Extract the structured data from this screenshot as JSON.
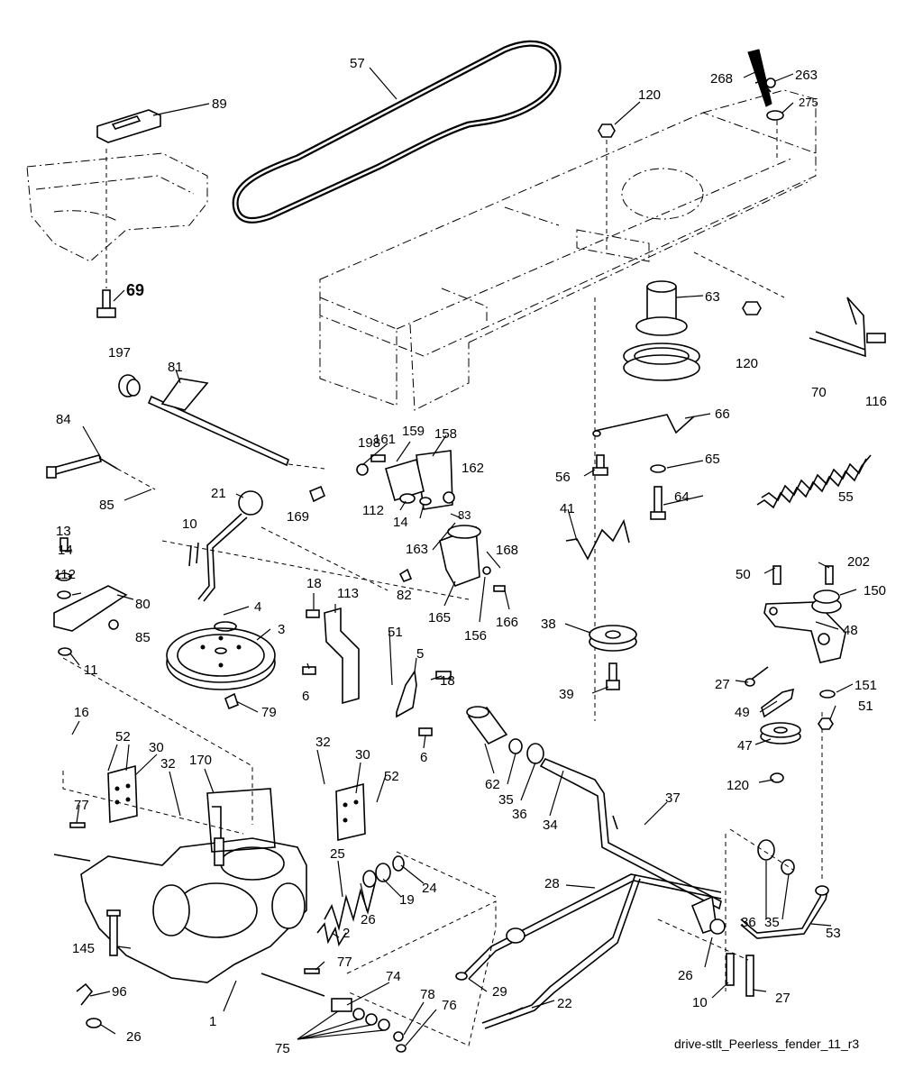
{
  "caption": "drive-stlt_Peerless_fender_11_r3",
  "callouts": [
    "57",
    "89",
    "120",
    "268",
    "263",
    "275",
    "69",
    "63",
    "120",
    "70",
    "116",
    "197",
    "81",
    "66",
    "84",
    "198",
    "161",
    "159",
    "158",
    "162",
    "56",
    "65",
    "85",
    "21",
    "169",
    "112",
    "14",
    "64",
    "55",
    "163",
    "83",
    "41",
    "10",
    "13",
    "168",
    "14",
    "112",
    "80",
    "85",
    "82",
    "202",
    "50",
    "150",
    "165",
    "156",
    "166",
    "4",
    "18",
    "113",
    "38",
    "48",
    "51",
    "3",
    "11",
    "27",
    "5",
    "151",
    "18",
    "79",
    "39",
    "6",
    "6",
    "16",
    "49",
    "51",
    "52",
    "30",
    "32",
    "62",
    "47",
    "35",
    "36",
    "120",
    "170",
    "32",
    "30",
    "52",
    "37",
    "34",
    "77",
    "25",
    "24",
    "36",
    "35",
    "19",
    "28",
    "26",
    "2",
    "53",
    "145",
    "77",
    "96",
    "74",
    "29",
    "26",
    "10",
    "27",
    "1",
    "22",
    "78",
    "76",
    "26",
    "75"
  ]
}
